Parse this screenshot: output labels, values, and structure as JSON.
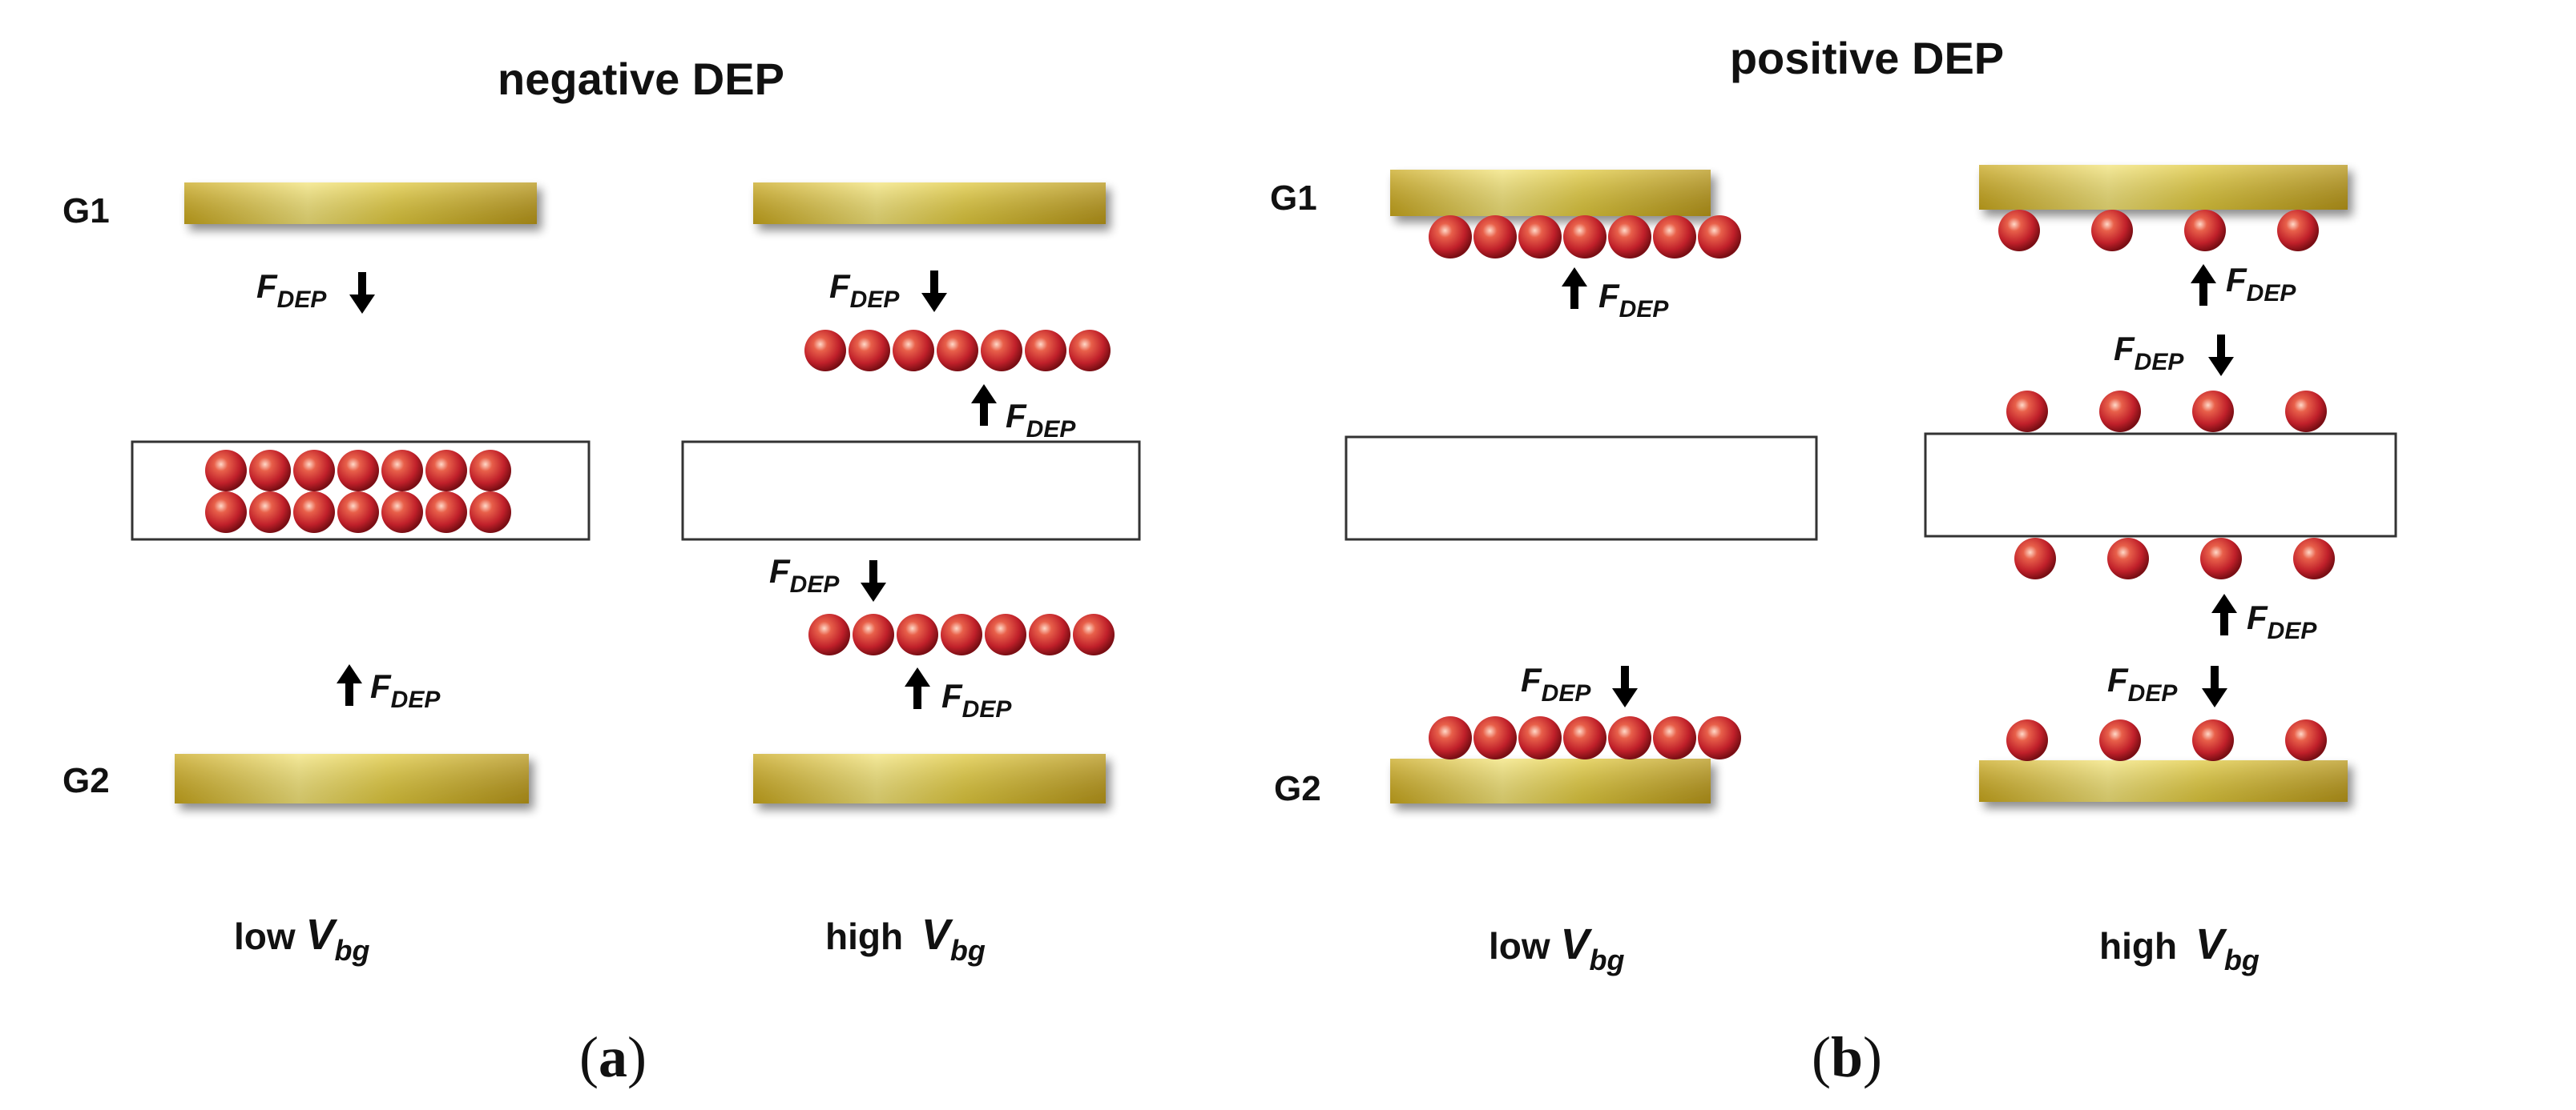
{
  "panel_a": {
    "title": "negative DEP",
    "gate_top": "G1",
    "gate_bottom": "G2",
    "low_prefix": "low ",
    "high_prefix": "high ",
    "v_symbol": "V",
    "v_subscript": "bg",
    "letter": "a"
  },
  "panel_b": {
    "title": "positive DEP",
    "gate_top": "G1",
    "gate_bottom": "G2",
    "low_prefix": "low ",
    "high_prefix": "high ",
    "v_symbol": "V",
    "v_subscript": "bg",
    "letter": "b"
  },
  "force_label": {
    "symbol": "F",
    "subscript": "DEP"
  },
  "colors": {
    "electrode_gold": "#d9c23a",
    "particle_red": "#c0202a",
    "arrow": "#000000",
    "box_stroke": "#333333"
  }
}
